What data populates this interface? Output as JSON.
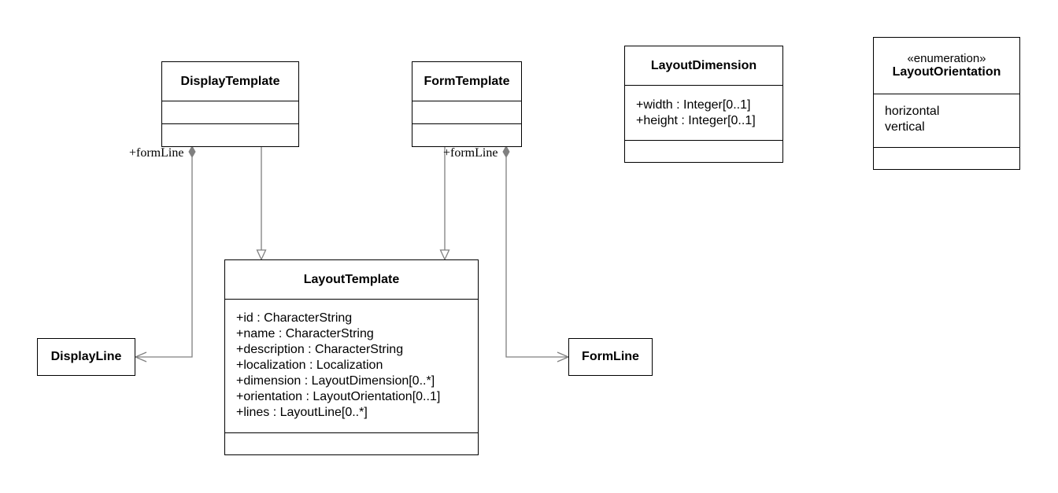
{
  "classes": {
    "display_template": {
      "name": "DisplayTemplate"
    },
    "form_template": {
      "name": "FormTemplate"
    },
    "layout_dimension": {
      "name": "LayoutDimension",
      "attributes": [
        "+width : Integer[0..1]",
        "+height : Integer[0..1]"
      ]
    },
    "layout_orientation": {
      "stereotype": "«enumeration»",
      "name": "LayoutOrientation",
      "literals": [
        "horizontal",
        "vertical"
      ]
    },
    "layout_template": {
      "name": "LayoutTemplate",
      "attributes": [
        "+id : CharacterString",
        "+name : CharacterString",
        "+description : CharacterString",
        "+localization : Localization",
        "+dimension : LayoutDimension[0..*]",
        "+orientation : LayoutOrientation[0..1]",
        "+lines : LayoutLine[0..*]"
      ]
    },
    "display_line": {
      "name": "DisplayLine"
    },
    "form_line": {
      "name": "FormLine"
    }
  },
  "associations": {
    "display_formline_role": "+formLine",
    "form_formline_role": "+formLine"
  },
  "colors": {
    "connector": "#808080",
    "border": "#000000"
  }
}
